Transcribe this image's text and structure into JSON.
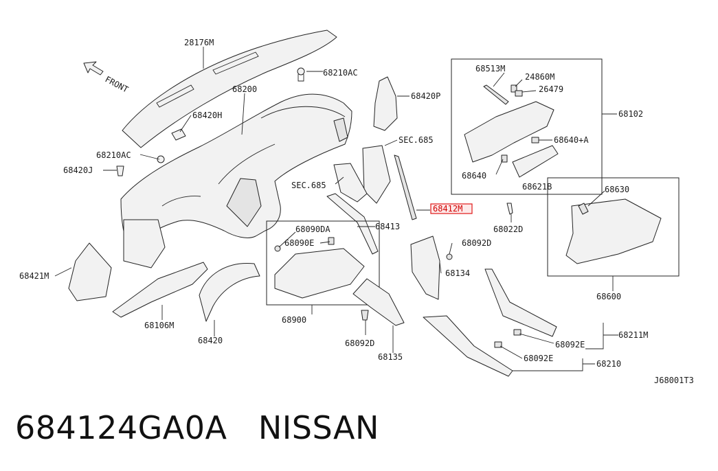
{
  "diagram": {
    "front_label": "FRONT",
    "reference_code": "J68001T3",
    "highlighted_label": "68412M",
    "labels": {
      "l28176M": "28176M",
      "l68210AC_top": "68210AC",
      "l68200": "68200",
      "l68420H": "68420H",
      "l68210AC_left": "68210AC",
      "l68420J": "68420J",
      "l68420P": "68420P",
      "lSEC685_a": "SEC.685",
      "lSEC685_b": "SEC.685",
      "l68412M": "68412M",
      "l68413": "68413",
      "l68022D": "68022D",
      "l68513M": "68513M",
      "l24860M": "24860M",
      "l26479": "26479",
      "l68102": "68102",
      "l68640A": "68640+A",
      "l68640": "68640",
      "l68621B": "68621B",
      "l68630": "68630",
      "l68600": "68600",
      "l68090DA": "68090DA",
      "l68090E": "68090E",
      "l68900": "68900",
      "l68092D_a": "68092D",
      "l68134": "68134",
      "l68092D_b": "68092D",
      "l68135": "68135",
      "l68421M": "68421M",
      "l68106M": "68106M",
      "l68420": "68420",
      "l68211M": "68211M",
      "l68092E_a": "68092E",
      "l68092E_b": "68092E",
      "l68210": "68210"
    }
  },
  "caption": {
    "part_number": "684124GA0A",
    "brand": "NISSAN"
  }
}
